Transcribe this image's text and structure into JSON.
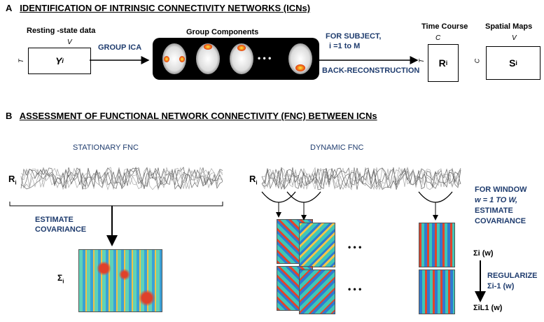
{
  "section_a": {
    "letter": "A",
    "title": "IDENTIFICATION OF INTRINSIC CONNECTIVITY NETWORKS (ICNs)"
  },
  "section_b": {
    "letter": "B",
    "title": "ASSESSMENT OF FUNCTIONAL NETWORK CONNECTIVITY (FNC) BETWEEN ICNs"
  },
  "resting_state": {
    "label": "Resting -state data",
    "dim_top": "V",
    "dim_side": "T",
    "symbol": "Y",
    "subscript": "i"
  },
  "group_ica": "GROUP ICA",
  "group_components": {
    "label": "Group Components",
    "ellipsis": "• • •"
  },
  "for_subject": {
    "line1": "FOR SUBJECT,",
    "line2": "i =1 to M"
  },
  "back_reconstruction": "BACK-RECONSTRUCTION",
  "time_course": {
    "label": "Time Course",
    "dim_top": "C",
    "dim_side": "T",
    "symbol": "R",
    "subscript": "i"
  },
  "spatial_maps": {
    "label": "Spatial Maps",
    "dim_top": "V",
    "dim_side": "C",
    "symbol": "S",
    "subscript": "i"
  },
  "stationary": {
    "title": "STATIONARY FNC",
    "r_symbol": "R",
    "r_sub": "i",
    "estimate_line1": "ESTIMATE",
    "estimate_line2": "COVARIANCE",
    "sigma": "Σ",
    "sigma_sub": "i"
  },
  "dynamic": {
    "title": "DYNAMIC FNC",
    "r_symbol": "R",
    "r_sub": "i",
    "window_line1": "FOR WINDOW",
    "window_line2": "w = 1 TO W,",
    "window_line3": "ESTIMATE",
    "window_line4": "COVARIANCE",
    "sigma_w": "Σi (w)",
    "regularize": "REGULARIZE",
    "sigma_inv": "Σi-1 (w)",
    "sigma_l1": "ΣiL1 (w)",
    "dots": "•   •   •"
  },
  "colors": {
    "navy": "#1f3c6e",
    "heat_low": "#1a3cb0",
    "heat_mid": "#3fd6c4",
    "heat_high": "#d83a1a"
  }
}
